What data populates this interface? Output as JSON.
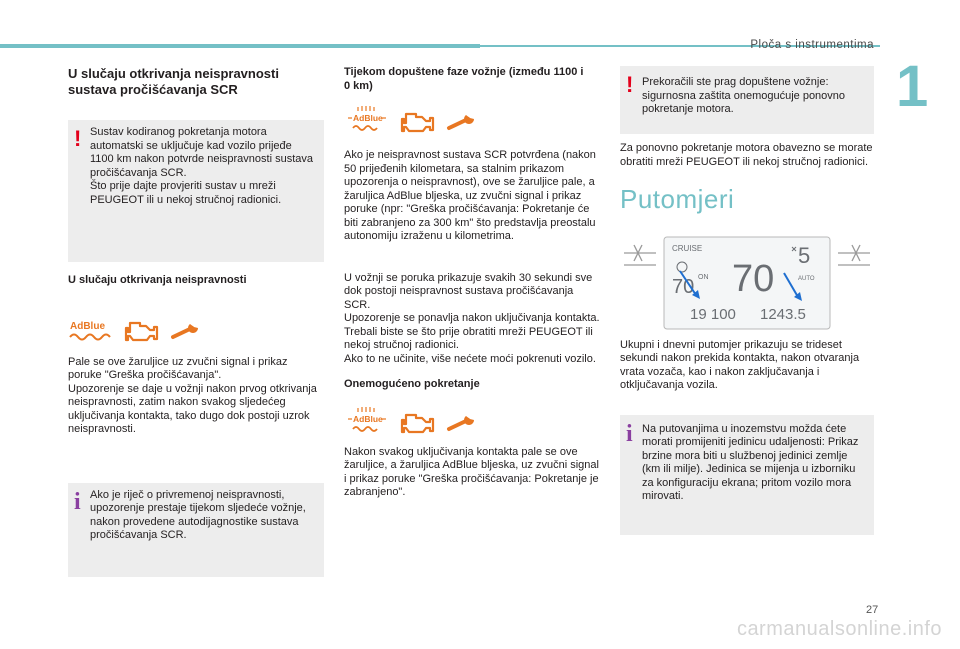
{
  "header": {
    "title": "Ploča s instrumentima",
    "chapter": "1"
  },
  "col1": {
    "heading": "U slučaju otkrivanja neispravnosti sustava pročišćavanja SCR",
    "warn_box": "Sustav kodiranog pokretanja motora automatski se uključuje kad vozilo prijeđe 1100 km nakon potvrde neispravnosti sustava pročišćavanja SCR.\nŠto prije dajte provjeriti sustav u mreži PEUGEOT ili u nekoj stručnoj radionici.",
    "subheading": "U slučaju otkrivanja neispravnosti",
    "body": "Pale se ove žaruljice uz zvučni signal i prikaz poruke \"Greška pročišćavanja\".\nUpozorenje se daje u vožnji nakon prvog otkrivanja neispravnosti, zatim nakon svakog sljedećeg uključivanja kontakta, tako dugo dok postoji uzrok neispravnosti.",
    "info_box": "Ako je riječ o privremenoj neispravnosti, upozorenje prestaje tijekom sljedeće vožnje, nakon provedene autodijagnostike sustava pročišćavanja SCR."
  },
  "col2": {
    "heading": "Tijekom dopuštene faze vožnje (između 1100 i 0 km)",
    "body1": "Ako je neispravnost sustava SCR potvrđena (nakon 50 prijeđenih kilometara, sa stalnim prikazom upozorenja o neispravnost), ove se žaruljice pale, a žaruljica AdBlue bljeska, uz zvučni signal i prikaz poruke (npr: \"Greška pročišćavanja: Pokretanje će biti zabranjeno za 300 km\" što predstavlja preostalu autonomiju izraženu u kilometrima.",
    "body2": "U vožnji se poruka prikazuje svakih 30 sekundi sve dok postoji neispravnost sustava pročišćavanja SCR.\nUpozorenje se ponavlja nakon uključivanja kontakta.\nTrebali biste se što prije obratiti mreži PEUGEOT ili nekoj stručnoj radionici.\nAko to ne učinite, više nećete moći pokrenuti vozilo.",
    "subheading": "Onemogućeno pokretanje",
    "body3": "Nakon svakog uključivanja kontakta pale se ove žaruljice, a žaruljica AdBlue bljeska, uz zvučni signal i prikaz poruke \"Greška pročišćavanja: Pokretanje je zabranjeno\"."
  },
  "col3": {
    "warn_box": "Prekoračili ste prag dopuštene vožnje: sigurnosna zaštita onemogućuje ponovno pokretanje motora.",
    "body1": "Za ponovno pokretanje motora obavezno se morate obratiti mreži PEUGEOT ili nekoj stručnoj radionici.",
    "title": "Putomjeri",
    "display": {
      "cruise": "CRUISE",
      "on": "ON",
      "set_speed": "70",
      "speed": "70",
      "temp": "5",
      "auto": "AUTO",
      "trip": "19 100",
      "total": "1243.5"
    },
    "body2": "Ukupni i dnevni putomjer prikazuju se trideset sekundi nakon prekida kontakta, nakon otvaranja vrata vozača, kao i nakon zaključavanja i otključavanja vozila.",
    "info_box": "Na putovanjima u inozemstvu možda ćete morati promijeniti jedinicu udaljenosti: Prikaz brzine mora biti u službenoj jedinici zemlje (km ili milje). Jedinica se mijenja u izborniku za konfiguraciju ekrana; pritom vozilo mora mirovati."
  },
  "icons": {
    "adblue_label": "AdBlue"
  },
  "colors": {
    "accent": "#74c0c6",
    "warning": "#e3001b",
    "info": "#8a3fa0",
    "lamp_orange": "#e87722"
  },
  "footer": {
    "page": "27",
    "watermark": "carmanualsonline.info"
  }
}
